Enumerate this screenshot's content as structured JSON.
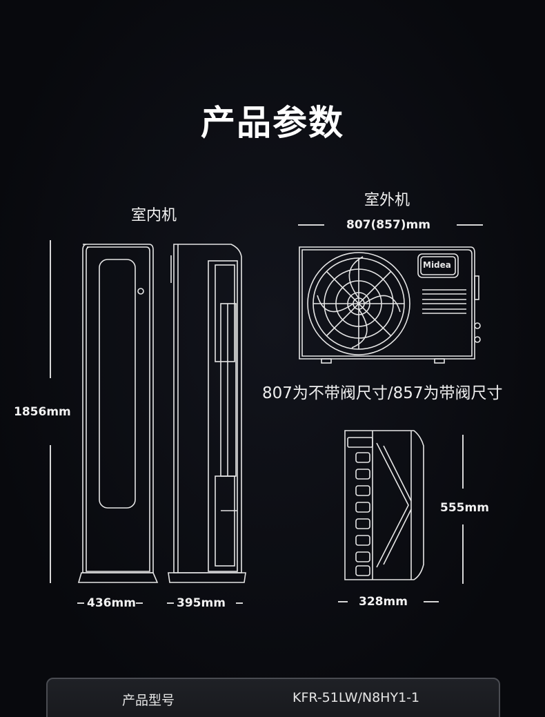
{
  "title": "产品参数",
  "indoor": {
    "label": "室内机",
    "height": "1856mm",
    "width": "436mm",
    "depth": "395mm"
  },
  "outdoor": {
    "label": "室外机",
    "width": "807(857)mm",
    "brand_logo": "Midea",
    "note": "807为不带阀尺寸/857为带阀尺寸",
    "height": "555mm",
    "depth": "328mm"
  },
  "spec": {
    "key": "产品型号",
    "value": "KFR-51LW/N8HY1-1"
  },
  "colors": {
    "background": "#0a0b10",
    "text": "#ffffff",
    "outline": "#e6e6e6"
  }
}
